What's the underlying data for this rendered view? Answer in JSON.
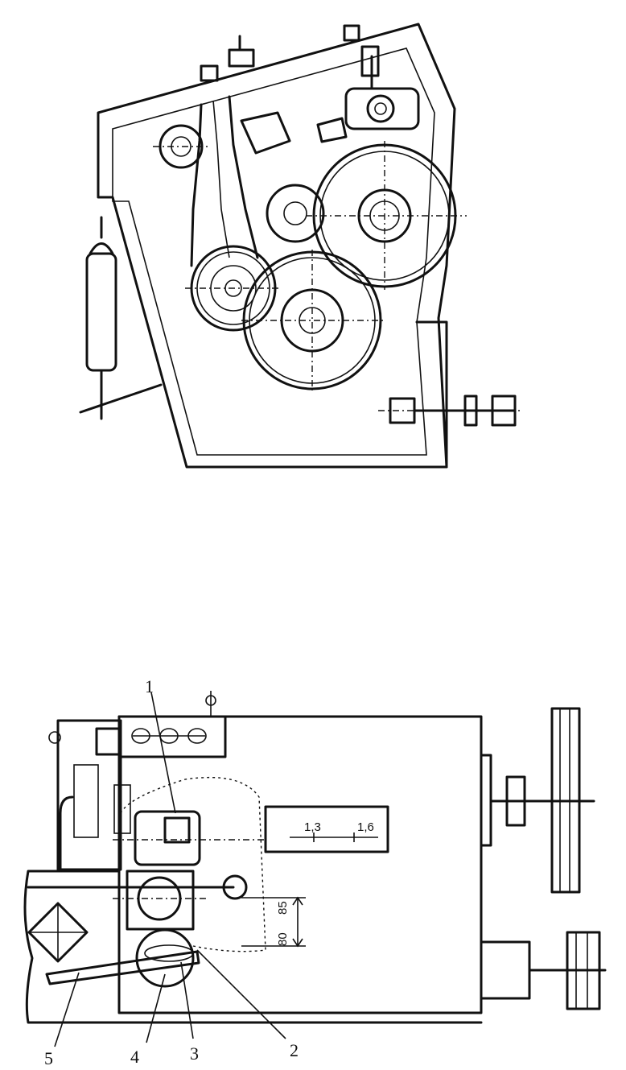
{
  "top_figure": {},
  "bottom_figure": {
    "callouts": [
      "1",
      "2",
      "3",
      "4",
      "5"
    ],
    "dimensions": {
      "scale_left": "1,3",
      "scale_right": "1,6",
      "vertical_a": "80",
      "vertical_b": "85"
    }
  }
}
